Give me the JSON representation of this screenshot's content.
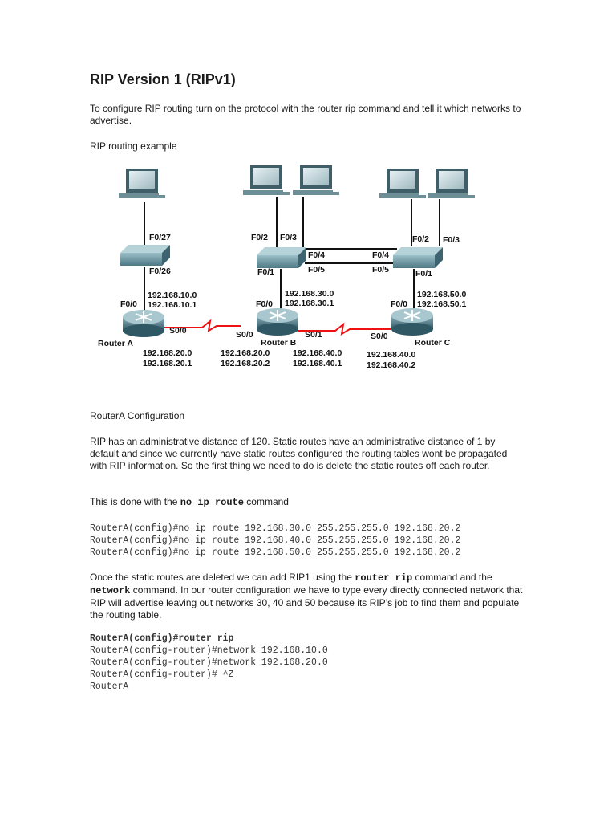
{
  "title": "RIP Version 1 (RIPv1)",
  "intro": "To configure RIP routing turn on the protocol with the router rip command and tell it which networks to advertise.",
  "example_label": "RIP routing example",
  "diagram": {
    "ports": {
      "swA_top": "F0/27",
      "swA_bottom": "F0/26",
      "swB_f02": "F0/2",
      "swB_f03": "F0/3",
      "swB_f04": "F0/4",
      "swB_f05": "F0/5",
      "swB_f01": "F0/1",
      "swC_f04": "F0/4",
      "swC_f05": "F0/5",
      "swC_f02": "F0/2",
      "swC_f03": "F0/3",
      "swC_f01": "F0/1",
      "rA_f00": "F0/0",
      "rA_s00": "S0/0",
      "rB_f00": "F0/0",
      "rB_s00": "S0/0",
      "rB_s01": "S0/1",
      "rC_f00": "F0/0",
      "rC_s00": "S0/0"
    },
    "ips": {
      "netA": "192.168.10.0",
      "ipA": "192.168.10.1",
      "netB": "192.168.30.0",
      "ipB": "192.168.30.1",
      "netC": "192.168.50.0",
      "ipC": "192.168.50.1",
      "serA_net": "192.168.20.0",
      "serA_ip": "192.168.20.1",
      "serB1_net": "192.168.20.0",
      "serB1_ip": "192.168.20.2",
      "serB2_net": "192.168.40.0",
      "serB2_ip": "192.168.40.1",
      "serC_net": "192.168.40.0",
      "serC_ip": "192.168.40.2"
    },
    "routers": {
      "a": "Router A",
      "b": "Router B",
      "c": "Router C"
    }
  },
  "section_heading": "RouterA Configuration",
  "para1": "RIP has an administrative distance of 120. Static routes have an administrative distance of 1 by default and since we currently have static routes configured the routing tables wont be propagated with RIP information. So the first thing we need to do is delete the static routes off each router.",
  "para2": {
    "pre": "This is done with the ",
    "cmd": "no ip route",
    "post": " command"
  },
  "code1": [
    "RouterA(config)#no ip route 192.168.30.0 255.255.255.0 192.168.20.2",
    "RouterA(config)#no ip route 192.168.40.0 255.255.255.0 192.168.20.2",
    "RouterA(config)#no ip route 192.168.50.0 255.255.255.0 192.168.20.2"
  ],
  "para3": {
    "a": "Once the static routes are deleted we can add RIP1 using the ",
    "cmd1": "router rip",
    "b": " command and the ",
    "cmd2": "network",
    "c": " command. In our router configuration we have to type every directly connected network that RIP will advertise leaving out networks 30, 40 and 50 because its RIP’s job to find them and populate the routing table."
  },
  "code2": {
    "bold_line": "RouterA(config)#router rip",
    "lines": [
      "RouterA(config-router)#network 192.168.10.0",
      "RouterA(config-router)#network 192.168.20.0",
      "RouterA(config-router)# ^Z",
      "RouterA"
    ]
  }
}
